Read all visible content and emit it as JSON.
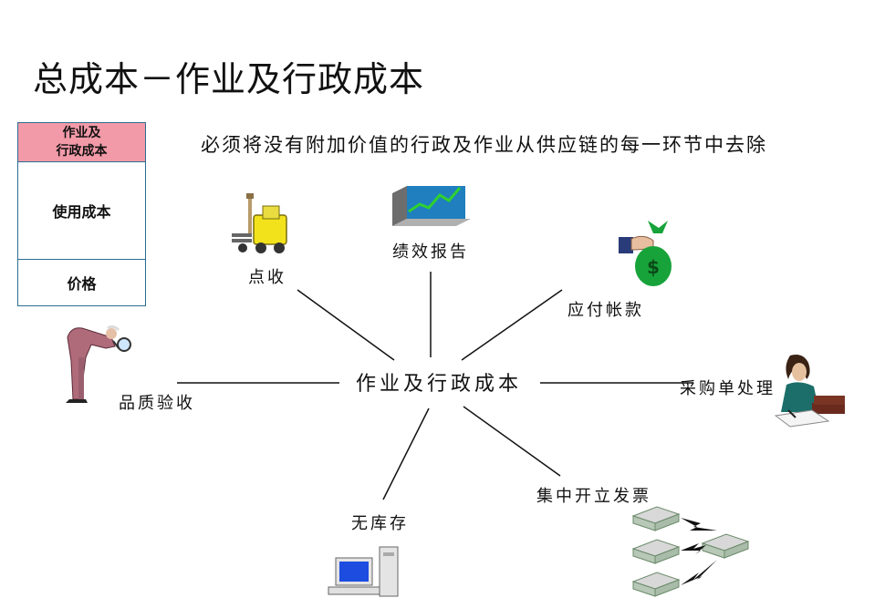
{
  "title": "总成本－作业及行政成本",
  "subtitle": "必须将没有附加价值的行政及作业从供应链的每一环节中去除",
  "cost_stack": {
    "top": "作业及\n行政成本",
    "middle": "使用成本",
    "bottom": "价格"
  },
  "center": "作业及行政成本",
  "nodes": {
    "receiving": "点收",
    "performance_report": "绩效报告",
    "accounts_payable": "应付帐款",
    "quality_inspection": "品质验收",
    "purchase_order": "采购单处理",
    "no_inventory": "无库存",
    "consolidated_invoice": "集中开立发票"
  },
  "icons": {
    "money_bag_symbol": "$"
  }
}
